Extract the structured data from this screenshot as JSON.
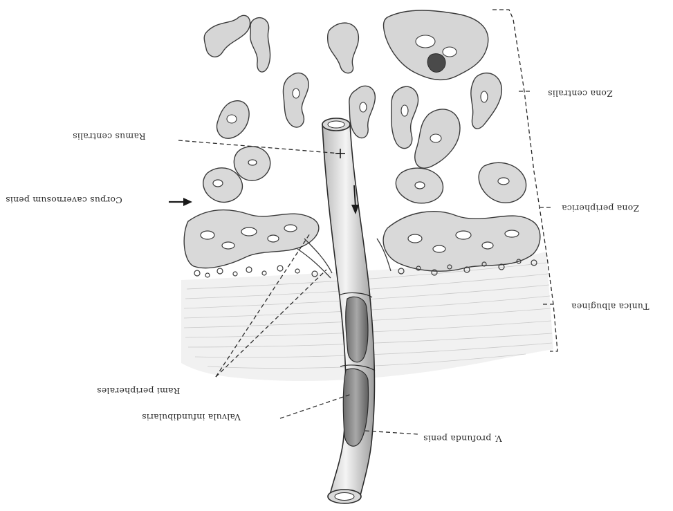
{
  "labels": {
    "ramus_centralis": "Ramus centralis",
    "corpus_cavernosum": "Corpus cavernosum penis",
    "rami_peripherales": "Rami peripherales",
    "valvula": "Valvula infundibularis",
    "v_profunda": "V. profunda penis",
    "zona_centralis": "Zona centralis",
    "zona_peripherica": "Zona peripherica",
    "tunica_albuginea": "Tunica albuginea"
  }
}
